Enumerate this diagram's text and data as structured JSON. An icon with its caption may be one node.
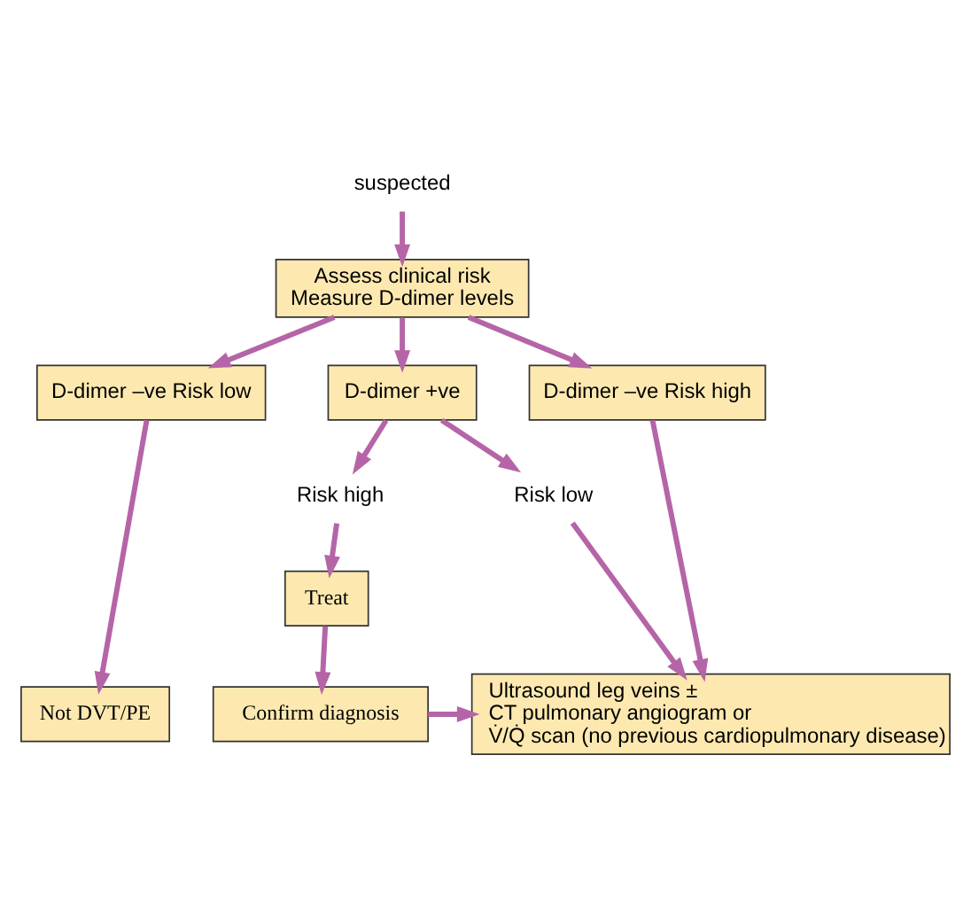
{
  "diagram": {
    "nodes": [
      {
        "text": [
          "suspected"
        ]
      },
      {
        "text": [
          "Assess clinical risk",
          "Measure D-dimer levels"
        ]
      },
      {
        "text": [
          "D-dimer –ve Risk low"
        ]
      },
      {
        "text": [
          "D-dimer +ve"
        ]
      },
      {
        "text": [
          "D-dimer –ve Risk high"
        ]
      },
      {
        "text": [
          "Risk high"
        ]
      },
      {
        "text": [
          "Risk low"
        ]
      },
      {
        "text": [
          "Treat"
        ]
      },
      {
        "text": [
          "Confirm diagnosis"
        ]
      },
      {
        "text": [
          "Not DVT/PE"
        ]
      },
      {
        "text": [
          "Ultrasound leg veins ±",
          "CT pulmonary angiogram or",
          "V̇/Q̇ scan (no previous cardiopulmonary disease)"
        ]
      }
    ],
    "edges": [
      {
        "from": 0,
        "to": 1,
        "arrow": "to"
      },
      {
        "from": 1,
        "to": 2,
        "arrow": "to"
      },
      {
        "from": 1,
        "to": 3,
        "arrow": "to"
      },
      {
        "from": 1,
        "to": 4,
        "arrow": "to"
      },
      {
        "from": 3,
        "to": 5,
        "arrow": "to"
      },
      {
        "from": 3,
        "to": 6,
        "arrow": "to"
      },
      {
        "from": 2,
        "to": 9,
        "arrow": "to"
      },
      {
        "from": 4,
        "to": 10,
        "arrow": "to"
      },
      {
        "from": 6,
        "to": 10,
        "arrow": "to"
      },
      {
        "from": 5,
        "to": 7,
        "arrow": "to"
      },
      {
        "from": 7,
        "to": 8,
        "arrow": "to"
      },
      {
        "from": 8,
        "to": 10,
        "arrow": "to"
      }
    ]
  }
}
